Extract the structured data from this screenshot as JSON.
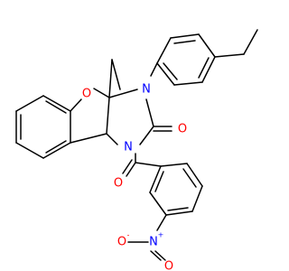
{
  "structure": {
    "atoms": [
      {
        "id": "o_ether",
        "text": "O",
        "color": "#ff0000"
      },
      {
        "id": "n_top",
        "text": "N",
        "color": "#0000ff"
      },
      {
        "id": "n_mid",
        "text": "N",
        "color": "#0000ff"
      },
      {
        "id": "o_urea",
        "text": "O",
        "color": "#ff0000"
      },
      {
        "id": "o_amide",
        "text": "O",
        "color": "#ff0000"
      },
      {
        "id": "n_nitro",
        "text": "N",
        "color": "#0000ff",
        "charge": "+"
      },
      {
        "id": "o_nitro1",
        "text": "O",
        "color": "#ff0000",
        "charge": "-"
      },
      {
        "id": "o_nitro2",
        "text": "O",
        "color": "#ff0000"
      }
    ],
    "substituents": [
      {
        "id": "methyl",
        "text": "methyl",
        "color": "#000000"
      }
    ],
    "bond_color": "#000000",
    "background": "#ffffff"
  }
}
